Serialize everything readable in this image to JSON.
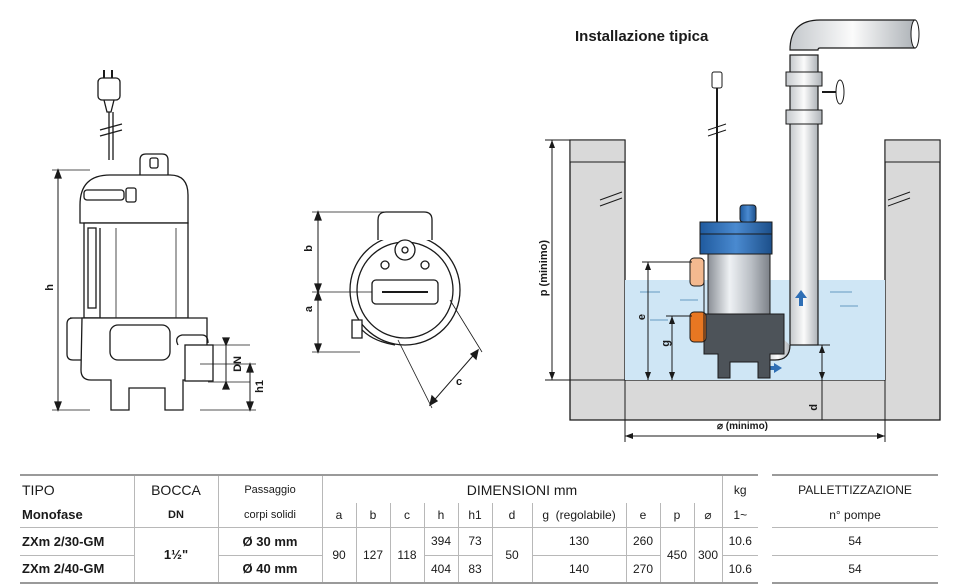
{
  "installation": {
    "title": "Installazione tipica",
    "label_p": "p (minimo)",
    "label_width": "⌀ (minimo)",
    "label_e": "e",
    "label_g": "g",
    "label_d": "d"
  },
  "drawing_labels": {
    "h": "h",
    "h1": "h1",
    "dn": "DN",
    "a": "a",
    "b": "b",
    "c": "c"
  },
  "colors": {
    "water": "#cfe6f5",
    "pump_blue": "#2f6fb5",
    "float_orange": "#e87722",
    "wall_gray": "#d9d9d9"
  },
  "table": {
    "tipo": "TIPO",
    "monofase": "Monofase",
    "bocca": "BOCCA",
    "dn": "DN",
    "passaggio": "Passaggio",
    "corpi_solidi": "corpi solidi",
    "dimensioni": "DIMENSIONI mm",
    "kg": "kg",
    "phase": "1~",
    "columns": [
      "a",
      "b",
      "c",
      "h",
      "h1",
      "d",
      "g  (regolabile)",
      "e",
      "p",
      "⌀"
    ],
    "rows": [
      {
        "model": "ZXm 2/30-GM",
        "solids": "Ø 30 mm",
        "h": "394",
        "h1": "73",
        "g": "130",
        "e": "260",
        "kg": "10.6"
      },
      {
        "model": "ZXm 2/40-GM",
        "solids": "Ø 40 mm",
        "h": "404",
        "h1": "83",
        "g": "140",
        "e": "270",
        "kg": "10.6"
      }
    ],
    "shared": {
      "bocca": "1½\"",
      "a": "90",
      "b": "127",
      "c": "118",
      "d": "50",
      "p": "450",
      "diam": "300"
    }
  },
  "pallet": {
    "title": "PALLETTIZZAZIONE",
    "subtitle": "n° pompe",
    "values": [
      "54",
      "54"
    ]
  }
}
